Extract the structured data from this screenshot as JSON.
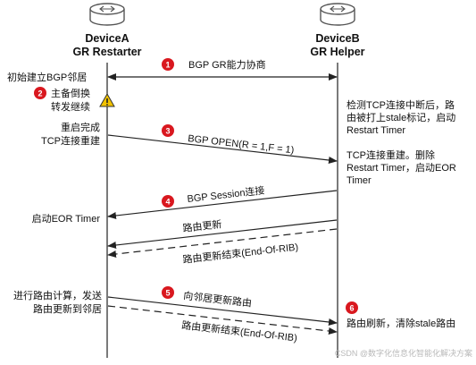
{
  "devices": {
    "a": {
      "name": "DeviceA",
      "role": "GR Restarter",
      "icon": "router-icon"
    },
    "b": {
      "name": "DeviceB",
      "role": "GR Helper",
      "icon": "router-icon"
    }
  },
  "steps": [
    {
      "num": "1",
      "label": "BGP GR能力协商"
    },
    {
      "num": "2",
      "label": ""
    },
    {
      "num": "3",
      "label": "BGP OPEN(R = 1,F = 1)"
    },
    {
      "num": "4",
      "label": "BGP Session连接"
    },
    {
      "num": "5",
      "label": "向邻居更新路由"
    },
    {
      "num": "6",
      "label": ""
    }
  ],
  "messages": {
    "route_update": "路由更新",
    "eor_b_to_a": "路由更新结束(End-Of-RIB)",
    "eor_a_to_b": "路由更新结束(End-Of-RIB)"
  },
  "notes_a": {
    "init": "初始建立BGP邻居",
    "switchover": [
      "主备倒换",
      "转发继续"
    ],
    "restart": [
      "重启完成",
      "TCP连接重建"
    ],
    "eor_timer": "启动EOR Timer",
    "compute": [
      "进行路由计算，发送",
      "路由更新到邻居"
    ]
  },
  "notes_b": {
    "detect": [
      "检测TCP连接中断后，路",
      "由被打上stale标记，启动",
      "Restart Timer"
    ],
    "rebuild": [
      "TCP连接重建。删除",
      "Restart Timer，启动EOR",
      "Timer"
    ],
    "refresh": "路由刷新，清除stale路由"
  },
  "colors": {
    "badge": "#d9181f",
    "warning": "#f2c200",
    "line": "#222222",
    "icon": "#555555"
  },
  "watermark": "CSDN @数字化信息化智能化解决方案"
}
